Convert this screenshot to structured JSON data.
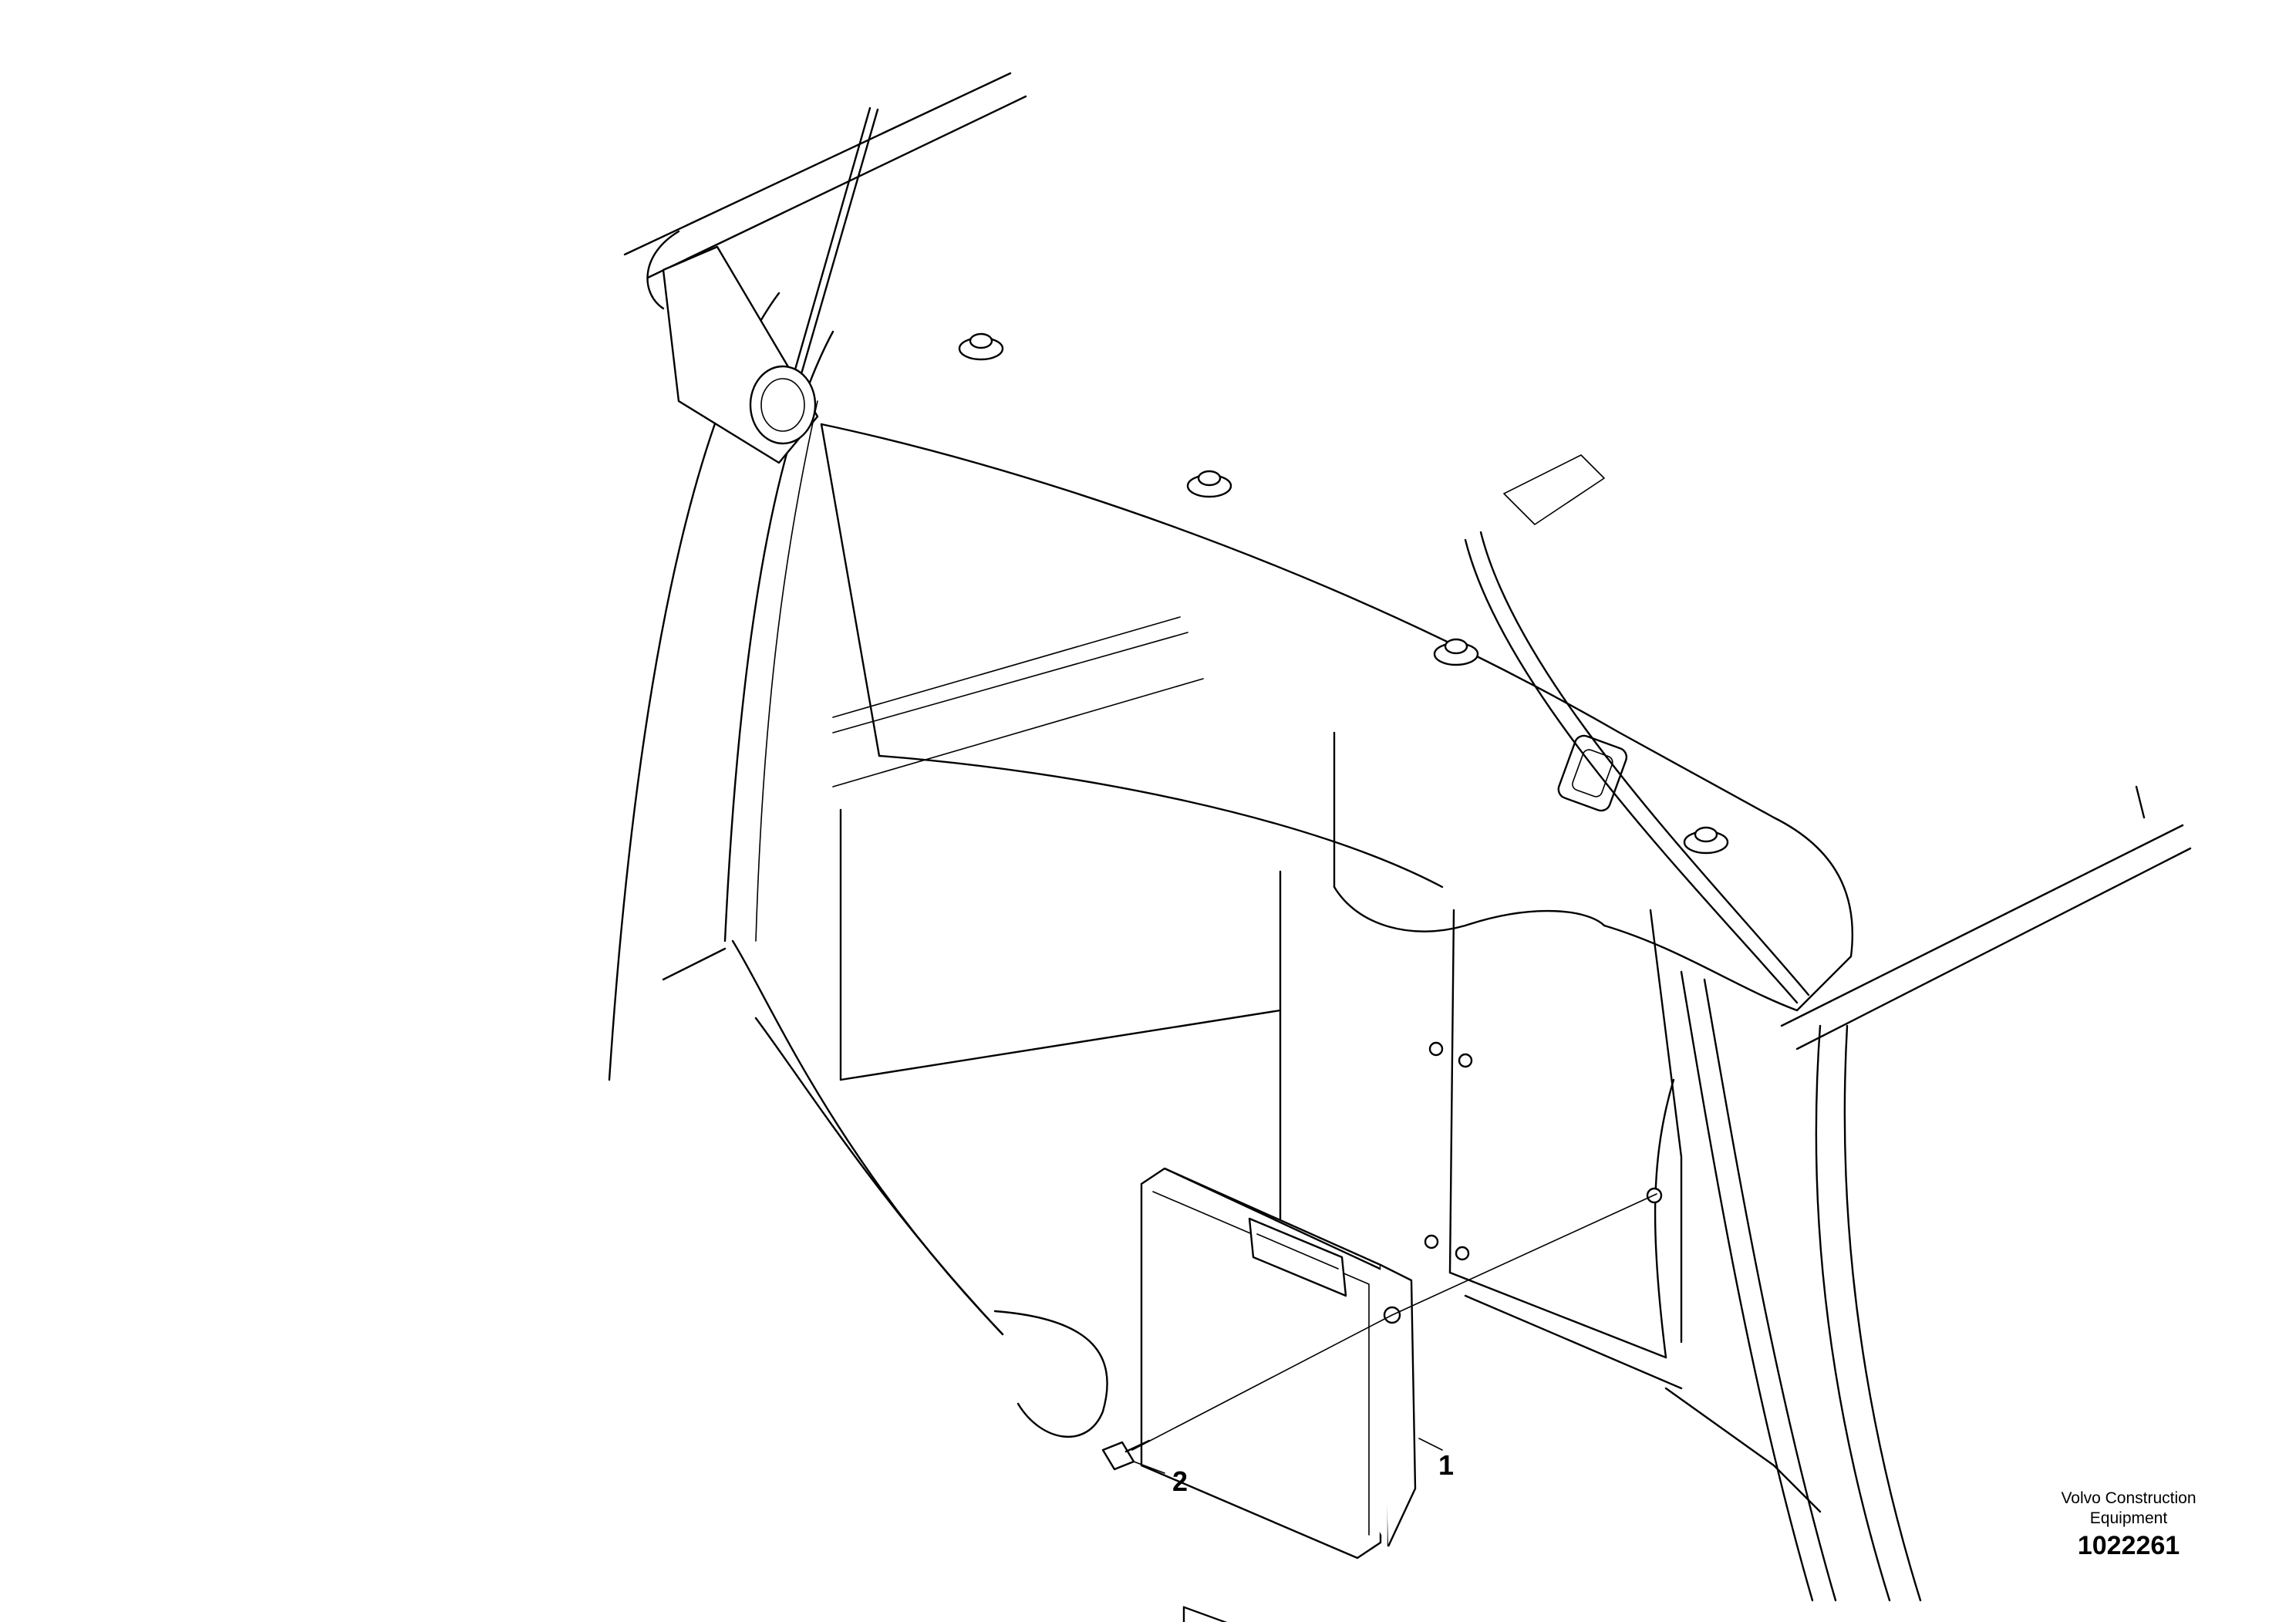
{
  "callouts": {
    "item_1": "1",
    "item_2": "2"
  },
  "credit": {
    "line1": "Volvo Construction",
    "line2": "Equipment"
  },
  "document_number": "1022261",
  "icons": [
    "electronic-control-unit-icon",
    "bolt-icon",
    "antenna-icon"
  ],
  "colors": {
    "line": "#000000",
    "background": "#ffffff"
  }
}
